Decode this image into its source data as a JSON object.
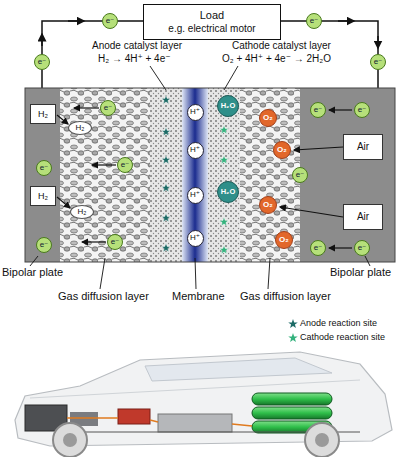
{
  "diagram": {
    "nodes": [
      {
        "text": [
          "Load",
          "e.g. electrical motor"
        ]
      },
      {
        "text": [
          "e⁻"
        ]
      },
      {
        "text": [
          "e⁻"
        ]
      },
      {
        "text": [
          "e⁻"
        ]
      },
      {
        "text": [
          "e⁻"
        ]
      },
      {
        "text": [
          "H₂O"
        ]
      },
      {
        "text": [
          "H₂"
        ]
      },
      {
        "text": [
          "H⁺"
        ]
      },
      {
        "text": [
          "e⁻"
        ]
      },
      {
        "text": [
          "O₂"
        ]
      },
      {
        "text": [
          "e⁻"
        ]
      },
      {
        "text": [
          "e⁻"
        ]
      },
      {
        "text": [
          "H₂"
        ]
      },
      {
        "text": [
          "Air"
        ]
      },
      {
        "text": [
          "O₂"
        ]
      },
      {
        "text": [
          "H⁺"
        ]
      },
      {
        "text": [
          "e⁻"
        ]
      },
      {
        "text": [
          "e⁻"
        ]
      },
      {
        "text": [
          "e⁻"
        ]
      },
      {
        "text": [
          "H₂O"
        ]
      },
      {
        "text": [
          "H₂"
        ]
      },
      {
        "text": [
          "H⁺"
        ]
      },
      {
        "text": [
          "O₂"
        ]
      },
      {
        "text": [
          "H₂"
        ]
      },
      {
        "text": [
          "Air"
        ]
      },
      {
        "text": [
          "H⁺"
        ]
      },
      {
        "text": [
          "e⁻"
        ]
      },
      {
        "text": [
          "e⁻"
        ]
      },
      {
        "text": [
          "O₂"
        ]
      },
      {
        "text": [
          "e⁻"
        ]
      },
      {
        "text": [
          "e⁻"
        ]
      }
    ],
    "labels": [
      "Anode catalyst layer",
      "H₂ → 4H⁺ + 4e⁻",
      "Cathode catalyst layer",
      "O₂ + 4H⁺ + 4e⁻ → 2H₂O",
      "Bipolar plate",
      "Gas diffusion layer",
      "Membrane",
      "Gas diffusion layer",
      "Bipolar plate"
    ],
    "legend": [
      {
        "text": "Anode reaction site"
      },
      {
        "text": "Cathode reaction site"
      }
    ]
  }
}
